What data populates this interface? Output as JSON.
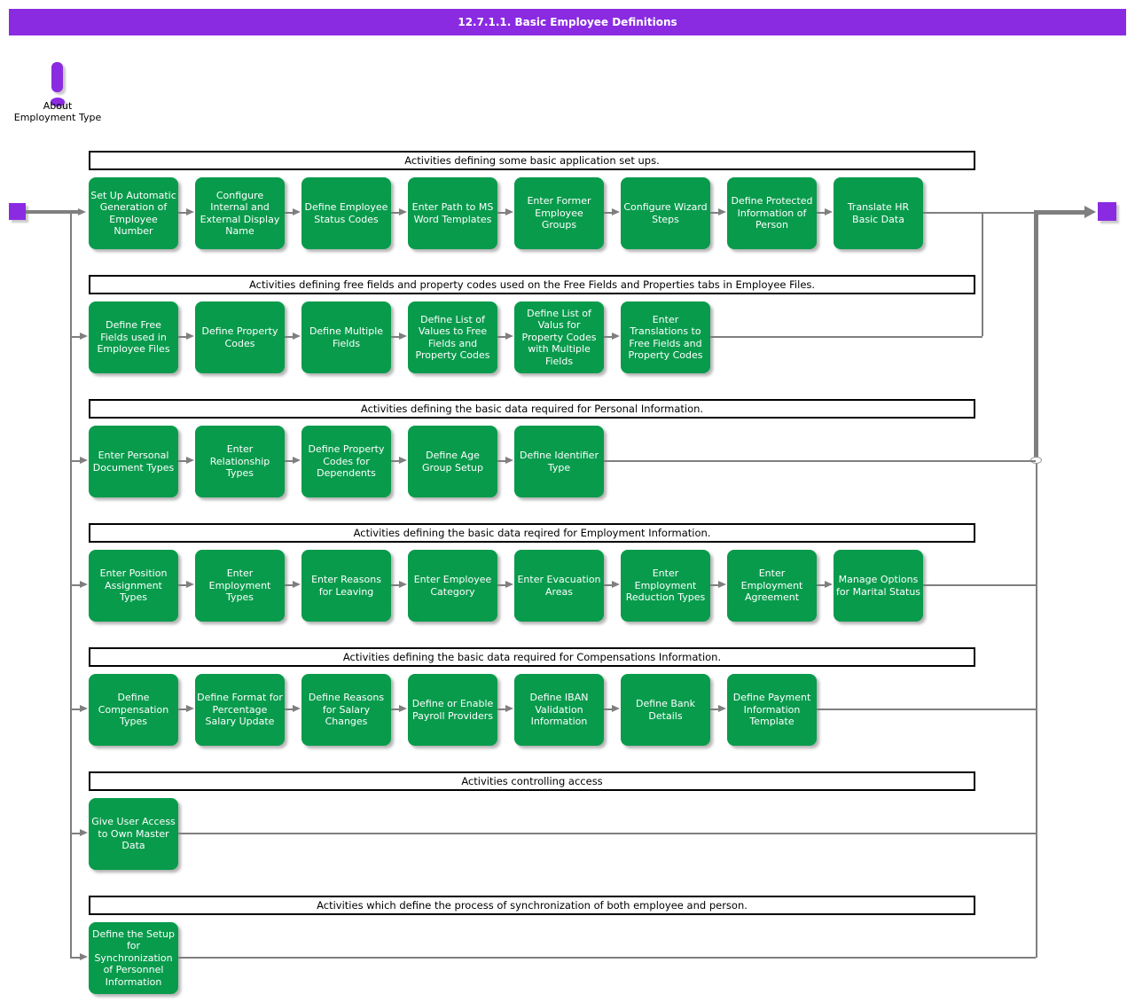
{
  "title": "12.7.1.1. Basic Employee Definitions",
  "note": {
    "icon": "exclamation-icon",
    "label": "About Employment Type"
  },
  "colors": {
    "accent_purple": "#8A2BE2",
    "box_green": "#089B4C",
    "line_gray": "#7f7f7f"
  },
  "rows": [
    {
      "banner": "Activities defining some basic application set ups.",
      "boxes": [
        "Set Up Automatic Generation of Employee Number",
        "Configure Internal and External Display Name",
        "Define Employee Status Codes",
        "Enter Path to MS Word Templates",
        "Enter Former Employee Groups",
        "Configure Wizard Steps",
        "Define Protected Information of Person",
        "Translate HR Basic Data"
      ]
    },
    {
      "banner": "Activities defining free fields and property codes used on the Free Fields and Properties tabs in Employee Files.",
      "boxes": [
        "Define Free Fields used in Employee Files",
        "Define Property Codes",
        "Define Multiple Fields",
        "Define List of Values to Free Fields and Property Codes",
        "Define List of Valus for Property Codes with Multiple Fields",
        "Enter Translations to Free Fields and Property Codes"
      ]
    },
    {
      "banner": "Activities defining the basic data required for Personal Information.",
      "boxes": [
        "Enter Personal Document Types",
        "Enter Relationship Types",
        "Define Property Codes for Dependents",
        "Define Age Group Setup",
        "Define Identifier Type"
      ]
    },
    {
      "banner": "Activities defining the basic data reqired for Employment Information.",
      "boxes": [
        "Enter Position Assignment Types",
        "Enter Employment Types",
        "Enter Reasons for Leaving",
        "Enter Employee Category",
        "Enter Evacuation Areas",
        "Enter Employment Reduction Types",
        "Enter Employment Agreement",
        "Manage Options for Marital Status"
      ]
    },
    {
      "banner": "Activities defining the basic data required for Compensations Information.",
      "boxes": [
        "Define Compensation Types",
        "Define Format for Percentage Salary Update",
        "Define Reasons for Salary Changes",
        "Define or Enable Payroll Providers",
        "Define IBAN Validation Information",
        "Define Bank Details",
        "Define Payment Information Template"
      ]
    },
    {
      "banner": "Activities controlling access",
      "boxes": [
        "Give User Access to Own Master Data"
      ]
    },
    {
      "banner": "Activities which define the process of synchronization of both employee and person.",
      "boxes": [
        "Define the Setup for Synchronization of Personnel Information"
      ]
    }
  ]
}
